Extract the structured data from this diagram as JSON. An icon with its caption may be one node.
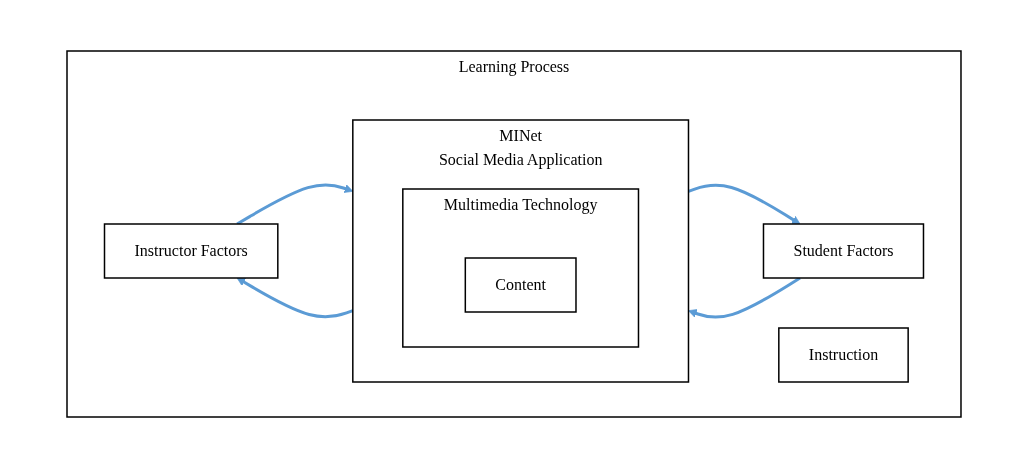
{
  "diagram": {
    "nodes": [
      {
        "text": [
          "Learning Process"
        ]
      },
      {
        "text": [
          "Instructor Factors"
        ],
        "in": 0
      },
      {
        "text": [
          "MINet",
          "Social Media Application"
        ],
        "in": 0
      },
      {
        "text": [
          "Multimedia Technology"
        ],
        "in": 2
      },
      {
        "text": [
          "Content"
        ],
        "in": 3
      },
      {
        "text": [
          "Student Factors"
        ],
        "in": 0
      },
      {
        "text": [
          "Instruction"
        ],
        "in": 0
      }
    ],
    "edges": [
      {
        "from": 1,
        "to": 2,
        "arrow": "to",
        "color": "#5b9bd5"
      },
      {
        "from": 2,
        "to": 1,
        "arrow": "to",
        "color": "#5b9bd5"
      },
      {
        "from": 2,
        "to": 5,
        "arrow": "to",
        "color": "#5b9bd5"
      },
      {
        "from": 5,
        "to": 2,
        "arrow": "to",
        "color": "#5b9bd5"
      }
    ]
  }
}
